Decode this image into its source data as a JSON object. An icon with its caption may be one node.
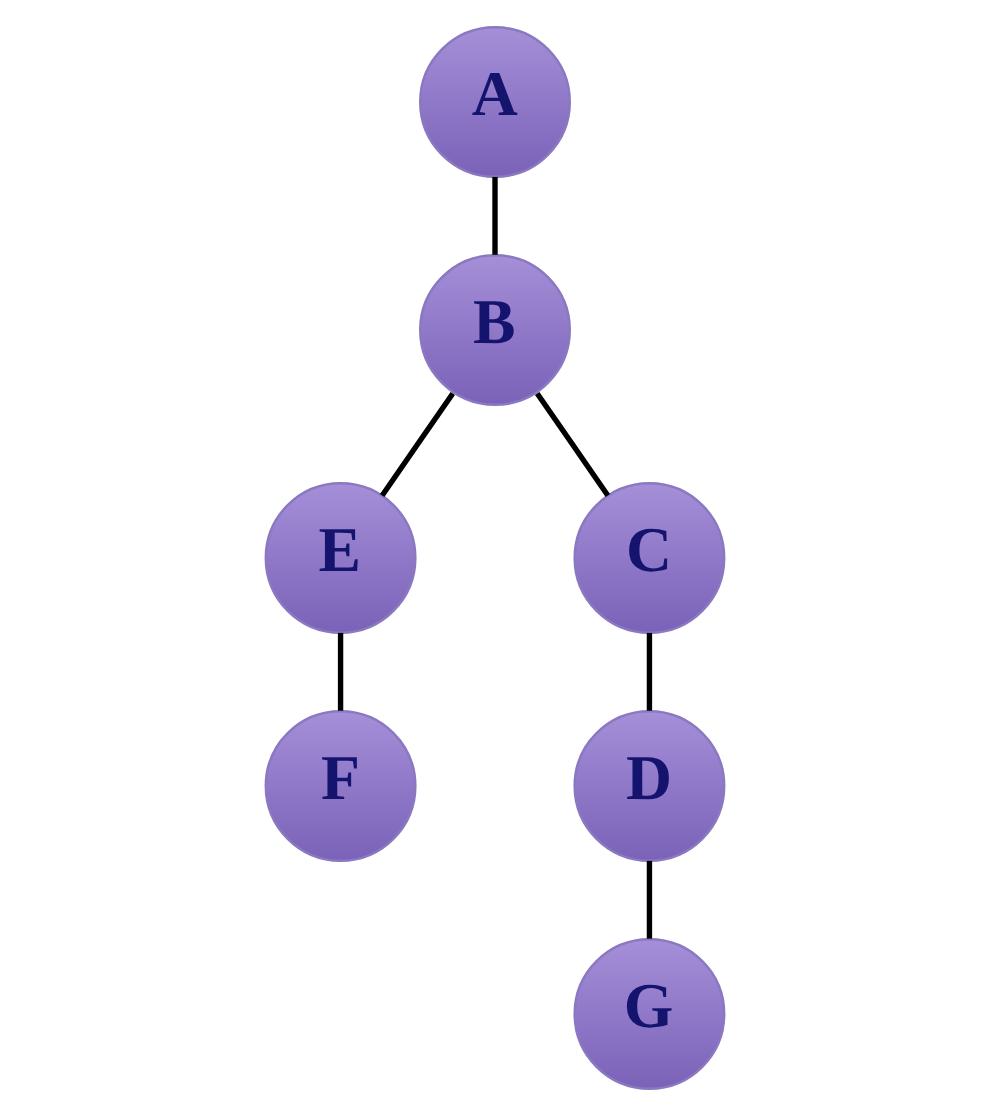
{
  "diagram": {
    "nodes": [
      {
        "text": [
          "A"
        ]
      },
      {
        "text": [
          "B"
        ]
      },
      {
        "text": [
          "E"
        ]
      },
      {
        "text": [
          "C"
        ]
      },
      {
        "text": [
          "F"
        ]
      },
      {
        "text": [
          "D"
        ]
      },
      {
        "text": [
          "G"
        ]
      }
    ],
    "edges": [
      {
        "from": 0,
        "to": 1,
        "arrow": "none"
      },
      {
        "from": 1,
        "to": 2,
        "arrow": "none"
      },
      {
        "from": 1,
        "to": 3,
        "arrow": "none"
      },
      {
        "from": 2,
        "to": 4,
        "arrow": "none"
      },
      {
        "from": 3,
        "to": 5,
        "arrow": "none"
      },
      {
        "from": 5,
        "to": 6,
        "arrow": "none"
      }
    ]
  }
}
